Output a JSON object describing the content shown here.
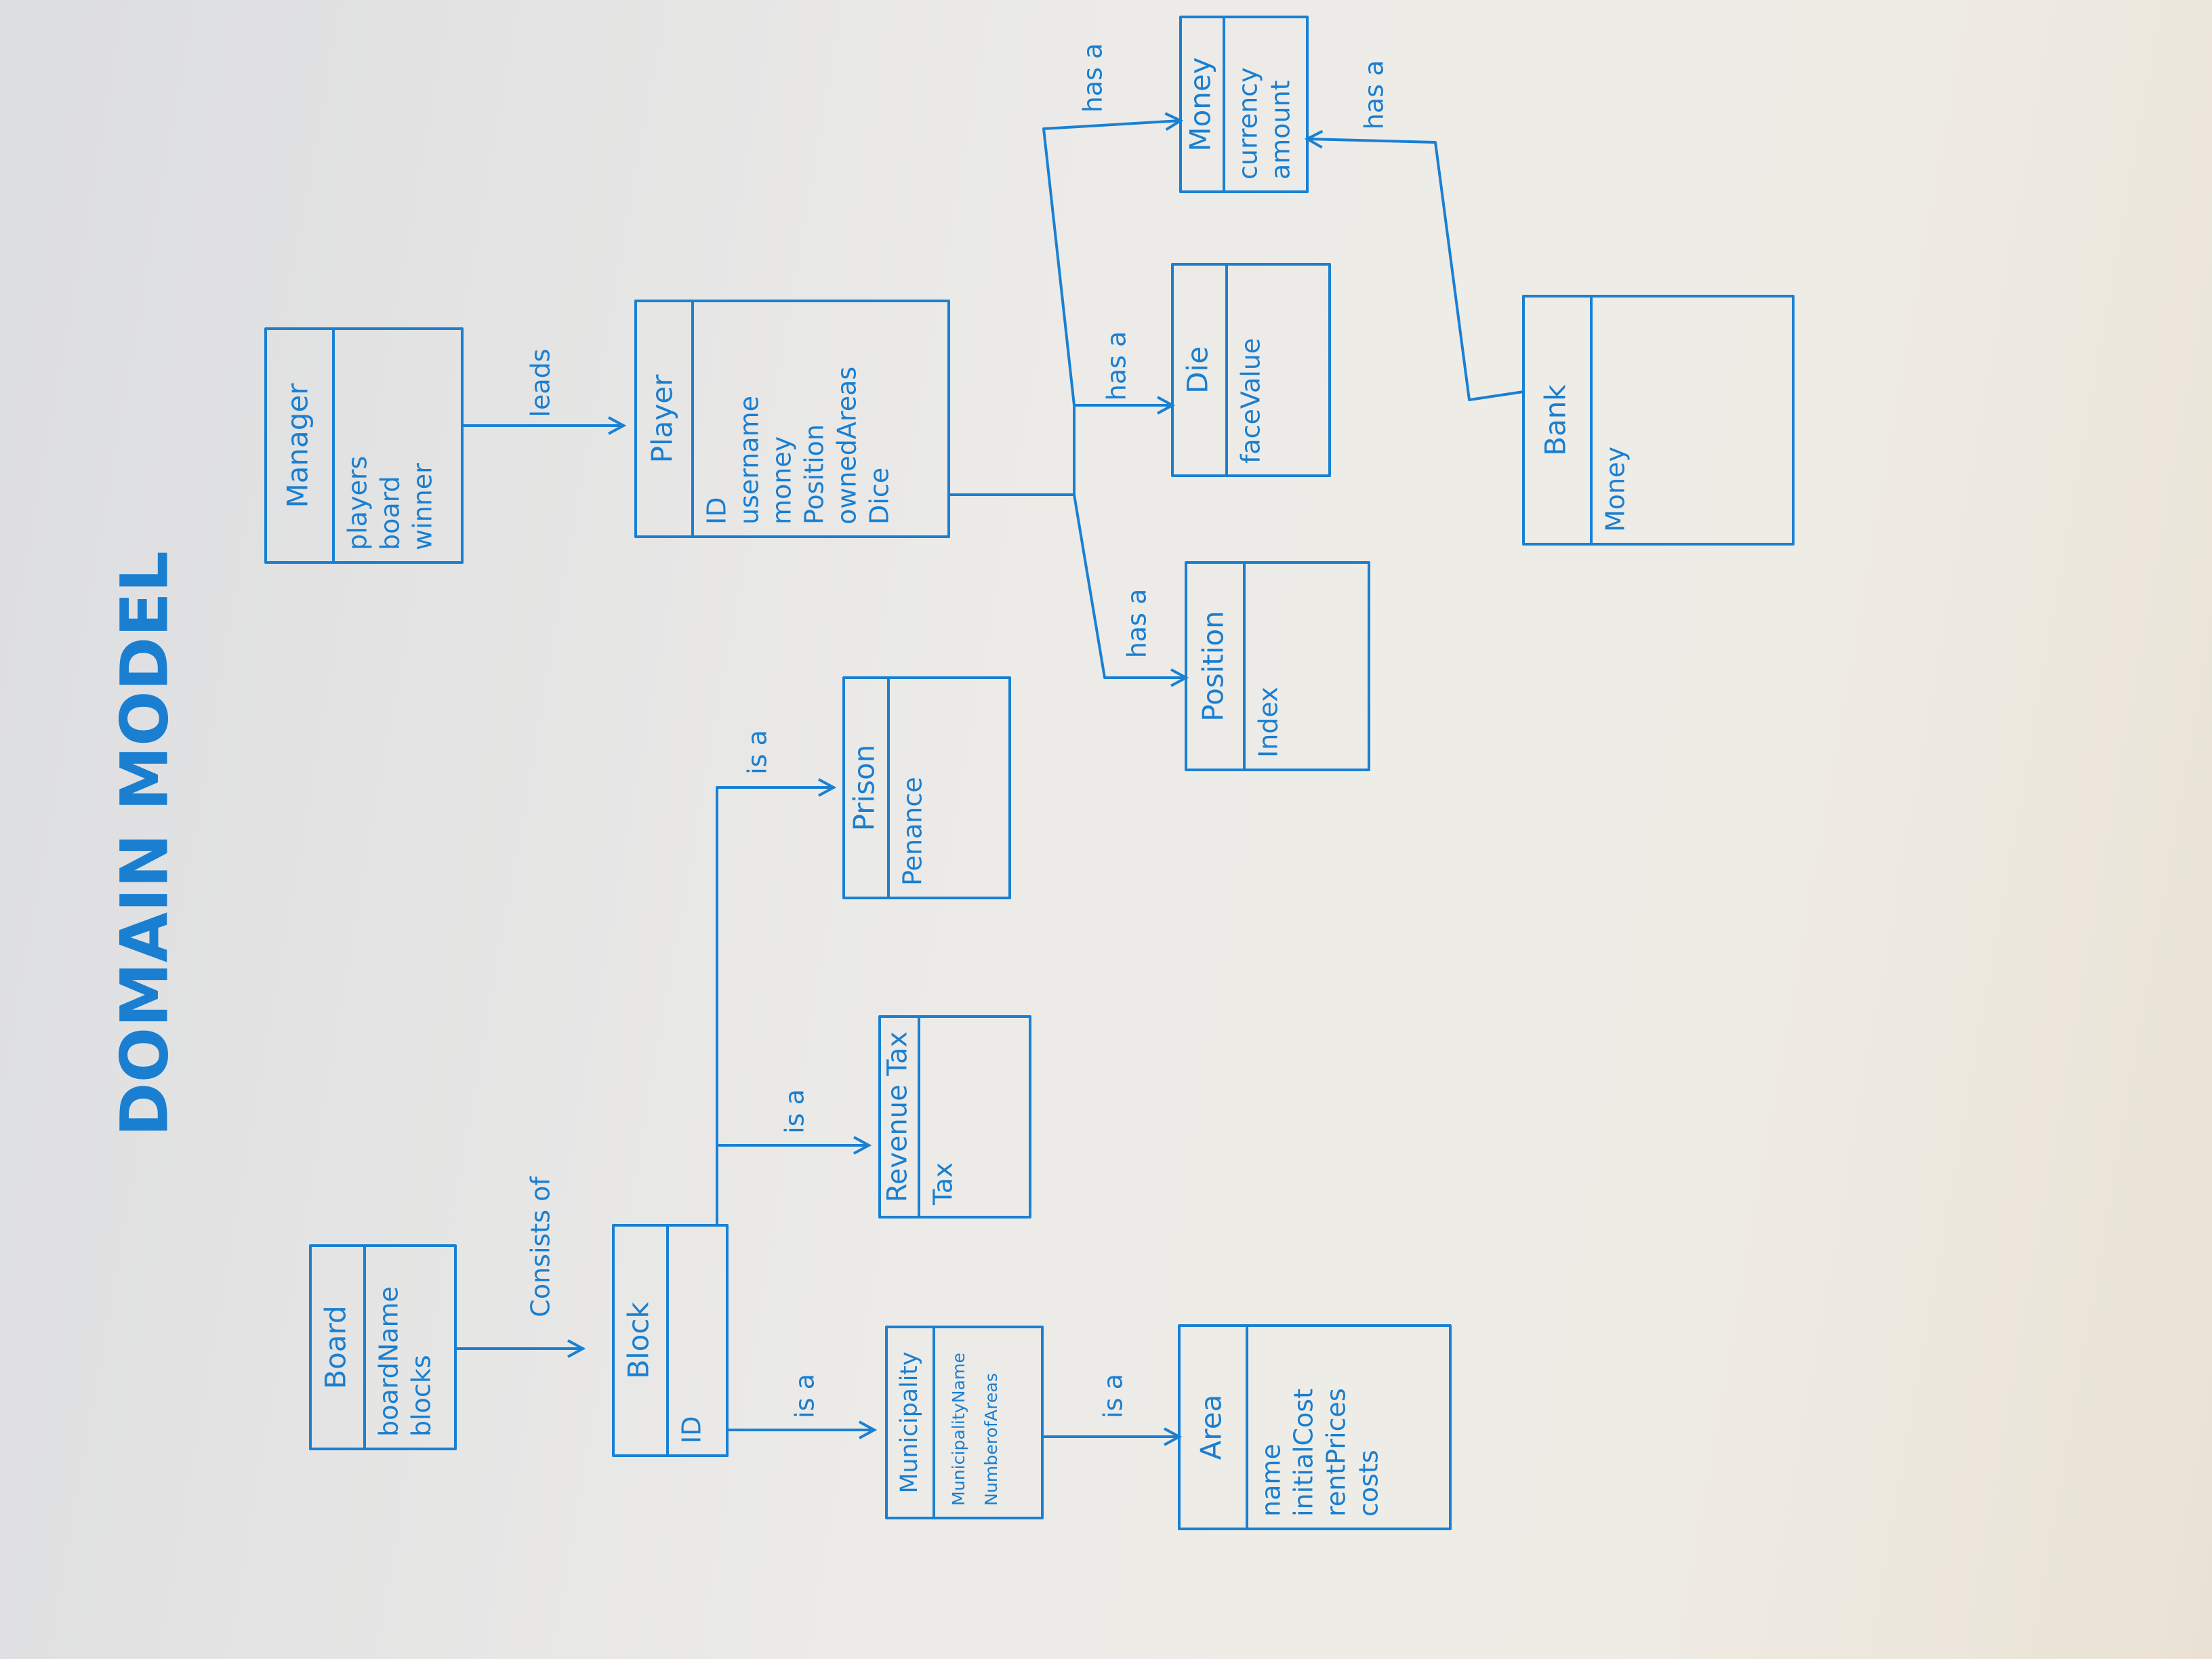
{
  "title": "DOMAIN MODEL",
  "colors": {
    "ink": "#1a80d2",
    "paper": "#eceae6"
  },
  "classes": [
    {
      "id": "board",
      "name": "Board",
      "attributes": [
        "boardName",
        "blocks"
      ]
    },
    {
      "id": "block",
      "name": "Block",
      "attributes": [
        "ID"
      ]
    },
    {
      "id": "municipality",
      "name": "Municipality",
      "attributes": [
        "MunicipalityName",
        "NumberofAreas"
      ]
    },
    {
      "id": "area",
      "name": "Area",
      "attributes": [
        "name",
        "initialCost",
        "rentPrices",
        "costs"
      ]
    },
    {
      "id": "revenue-tax",
      "name": "Revenue Tax",
      "attributes": [
        "Tax"
      ]
    },
    {
      "id": "prison",
      "name": "Prison",
      "attributes": [
        "Penance"
      ]
    },
    {
      "id": "manager",
      "name": "Manager",
      "attributes": [
        "players",
        "board",
        "winner"
      ]
    },
    {
      "id": "player",
      "name": "Player",
      "attributes": [
        "ID",
        "username",
        "money",
        "Position",
        "ownedAreas",
        "Dice"
      ]
    },
    {
      "id": "position",
      "name": "Position",
      "attributes": [
        "Index"
      ]
    },
    {
      "id": "die",
      "name": "Die",
      "attributes": [
        "faceValue"
      ]
    },
    {
      "id": "money",
      "name": "Money",
      "attributes": [
        "currency",
        "amount"
      ]
    },
    {
      "id": "bank",
      "name": "Bank",
      "attributes": [
        "Money"
      ]
    }
  ],
  "relations": [
    {
      "from": "board",
      "to": "block",
      "label": "Consists of"
    },
    {
      "from": "municipality",
      "to": "block",
      "label": "is a"
    },
    {
      "from": "revenue-tax",
      "to": "block",
      "label": "is a"
    },
    {
      "from": "prison",
      "to": "block",
      "label": "is a"
    },
    {
      "from": "area",
      "to": "municipality",
      "label": "is a"
    },
    {
      "from": "manager",
      "to": "player",
      "label": "leads"
    },
    {
      "from": "player",
      "to": "position",
      "label": "has a"
    },
    {
      "from": "player",
      "to": "die",
      "label": "has a"
    },
    {
      "from": "player",
      "to": "money",
      "label": "has a"
    },
    {
      "from": "bank",
      "to": "money",
      "label": "has a"
    }
  ]
}
